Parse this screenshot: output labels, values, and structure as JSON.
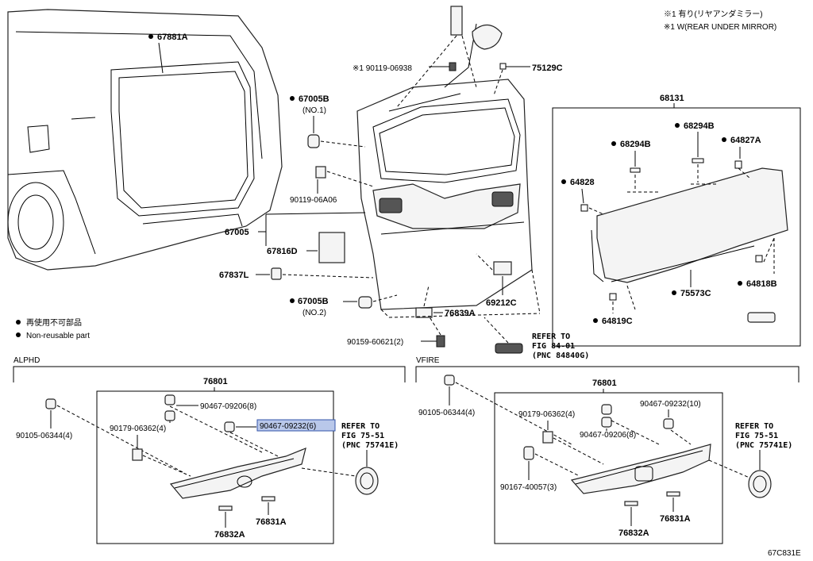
{
  "notes": {
    "option_ja": "※1 有り(リヤアンダミラー)",
    "option_en": "※1 W(REAR UNDER MIRROR)",
    "legend_ja": "再使用不可部品",
    "legend_en": "Non-reusable part",
    "diagram_code": "67C831E"
  },
  "sections": {
    "alphd": "ALPHD",
    "vfire": "VFIRE"
  },
  "upper_labels": {
    "p67881A": "67881A",
    "p90119_06938": "※1 90119-06938",
    "p75129C": "75129C",
    "p67005B_1": "67005B",
    "no1": "(NO.1)",
    "p90119_06A06": "90119-06A06",
    "p67005": "67005",
    "p67816D": "67816D",
    "p67837L": "67837L",
    "p67005B_2": "67005B",
    "no2": "(NO.2)",
    "p76839A": "76839A",
    "p69212C": "69212C",
    "p90159_60621": "90159-60621(2)",
    "refer1_a": "REFER TO",
    "refer1_b": "FIG 84-01",
    "refer1_c": "(PNC 84840G)",
    "p68131": "68131",
    "p68294B_a": "68294B",
    "p68294B_b": "68294B",
    "p64827A": "64827A",
    "p64828": "64828",
    "p64818B": "64818B",
    "p75573C": "75573C",
    "p64819C": "64819C"
  },
  "alphd": {
    "p76801": "76801",
    "p90467_09206": "90467-09206(8)",
    "p90179_06362": "90179-06362(4)",
    "p90467_09232": "90467-09232(6)",
    "p90105_06344": "90105-06344(4)",
    "refer_a": "REFER TO",
    "refer_b": "FIG 75-51",
    "refer_c": "(PNC 75741E)",
    "p76831A": "76831A",
    "p76832A": "76832A"
  },
  "vfire": {
    "p76801": "76801",
    "p90105_06344": "90105-06344(4)",
    "p90179_06362": "90179-06362(4)",
    "p90467_09232": "90467-09232(10)",
    "p90467_09206": "90467-09206(8)",
    "p90167_40057": "90167-40057(3)",
    "refer_a": "REFER TO",
    "refer_b": "FIG 75-51",
    "refer_c": "(PNC 75741E)",
    "p76831A": "76831A",
    "p76832A": "76832A"
  },
  "colors": {
    "highlight": "#b9c8ea",
    "highlight_border": "#3355aa"
  }
}
